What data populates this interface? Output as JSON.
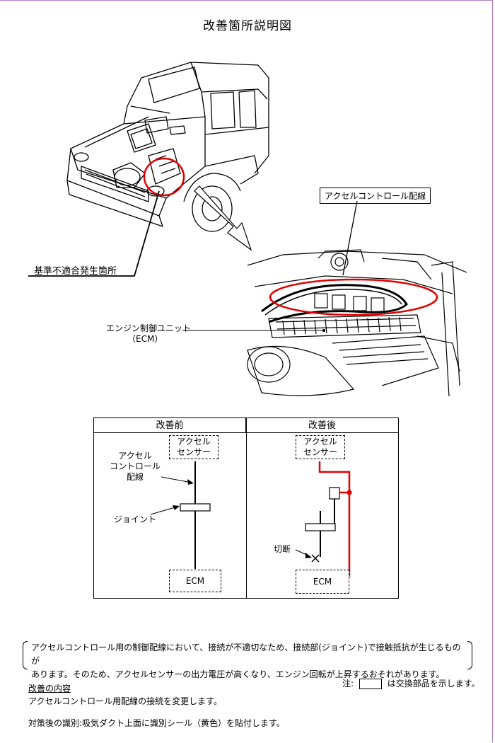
{
  "title": "改善箇所説明図",
  "labels": {
    "accel_wiring": "アクセルコントロール配線",
    "defect_location": "基準不適合発生箇所",
    "ecm_line1": "エンジン制御ユニット",
    "ecm_line2": "（ECM）"
  },
  "comparison": {
    "before": {
      "header": "改善前",
      "sensor_line1": "アクセル",
      "sensor_line2": "センサー",
      "wiring_line1": "アクセル",
      "wiring_line2": "コントロール",
      "wiring_line3": "配線",
      "joint": "ジョイント",
      "ecm": "ECM"
    },
    "after": {
      "header": "改善後",
      "sensor_line1": "アクセル",
      "sensor_line2": "センサー",
      "cut": "切断",
      "ecm": "ECM"
    }
  },
  "notice": {
    "line1": "アクセルコントロール用の制御配線において、接続が不適切なため、接続部(ジョイント)で接触抵抗が生じるものが",
    "line2": "あります。そのため、アクセルセンサーの出力電圧が高くなり、エンジン回転が上昇するおそれがあります。"
  },
  "legend": {
    "prefix": "注:",
    "suffix": "は交換部品を示します。"
  },
  "remedy": {
    "heading": "改善の内容",
    "body": "アクセルコントロール用配線の接続を変更します。",
    "identification": "対策後の識別:吸気ダクト上面に識別シール（黄色）を貼付します。"
  },
  "colors": {
    "highlight": "#e00000",
    "frame": "#b07cc6"
  }
}
